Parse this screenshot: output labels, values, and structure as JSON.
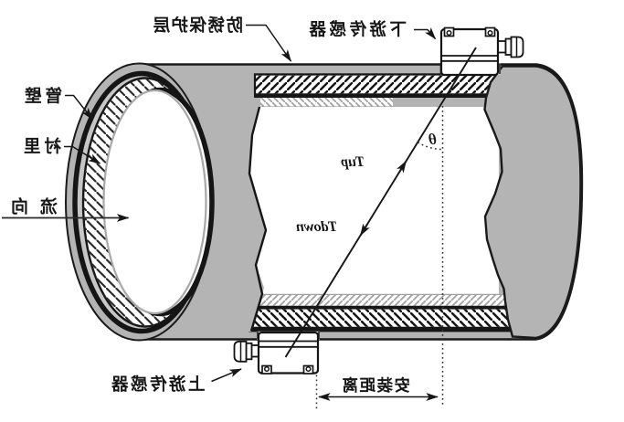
{
  "diagram": {
    "labels": {
      "protective_layer": "防锈保护层",
      "downstream_sensor": "下游传感器",
      "pipe_wall": "管壁",
      "lining": "衬里",
      "flow_direction": "流向",
      "upstream_sensor": "上游传感器",
      "installation_distance": "安装距离",
      "t_up": "Tup",
      "t_down": "Tdown",
      "theta": "θ"
    },
    "colors": {
      "pipe_gray": "#b4b4b4",
      "line_black": "#1a1a1a",
      "hatch_gray": "#a2a2a2"
    }
  }
}
